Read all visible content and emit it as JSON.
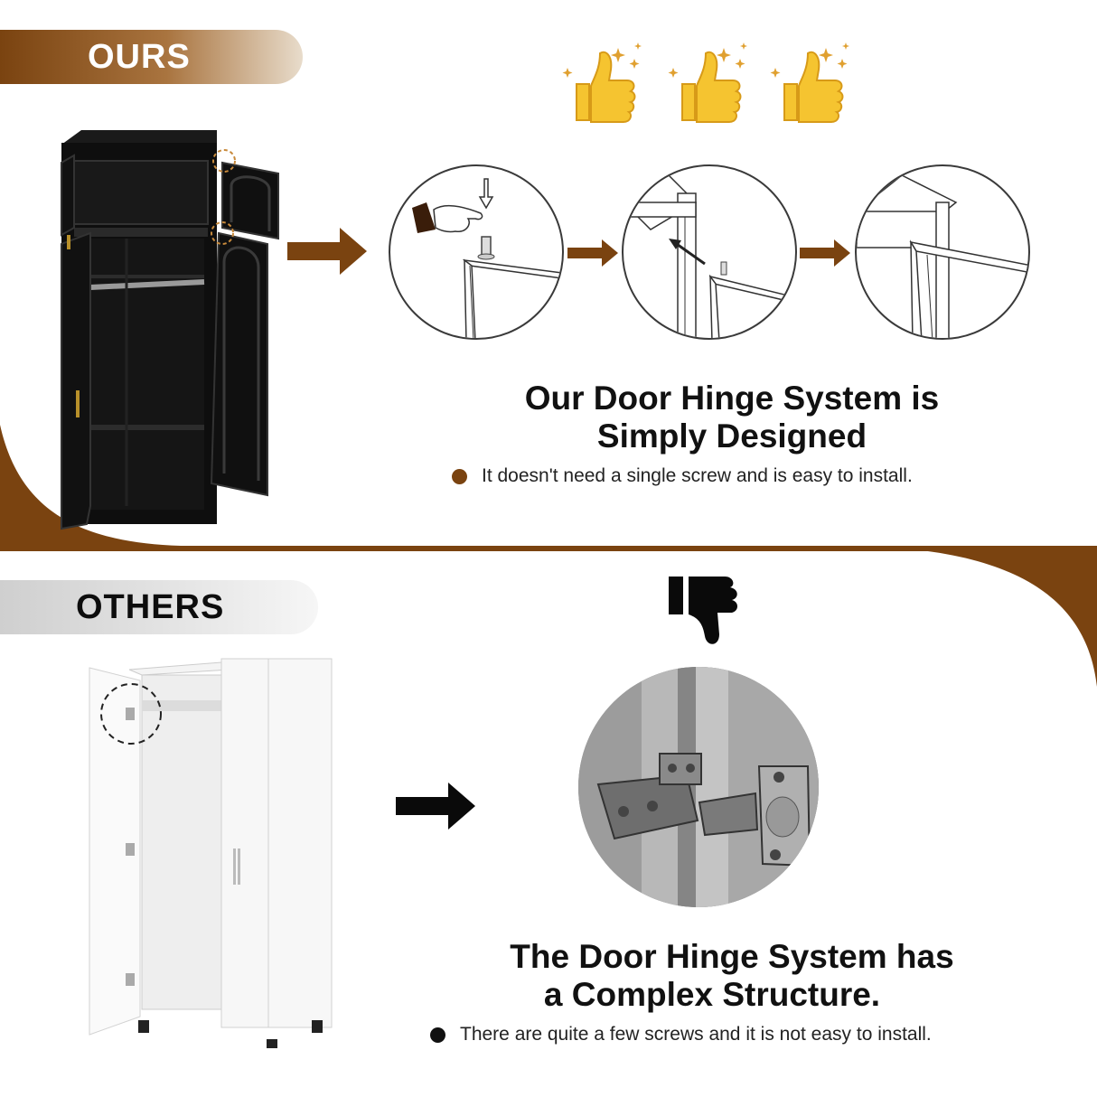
{
  "labels": {
    "ours": "OURS",
    "others": "OTHERS"
  },
  "ours_section": {
    "heading_line1": "Our Door Hinge System is",
    "heading_line2": "Simply Designed",
    "bullet": "It doesn't need a single screw and is easy to install.",
    "bullet_color": "#7a4310",
    "rating_icons": [
      "thumbs-up-icon",
      "thumbs-up-icon",
      "thumbs-up-icon"
    ],
    "steps": [
      "hand-pressing-pin-step",
      "door-aligning-step",
      "door-installed-step"
    ]
  },
  "others_section": {
    "heading_line1": "The Door Hinge System has",
    "heading_line2": "a Complex Structure.",
    "bullet": "There are quite a few screws and it is not easy to install.",
    "bullet_color": "#111111",
    "rating_icon": "thumbs-down-icon"
  },
  "colors": {
    "brand_brown": "#7a4310",
    "thumb_yellow": "#f5c430",
    "sparkle": "#e0a030"
  }
}
